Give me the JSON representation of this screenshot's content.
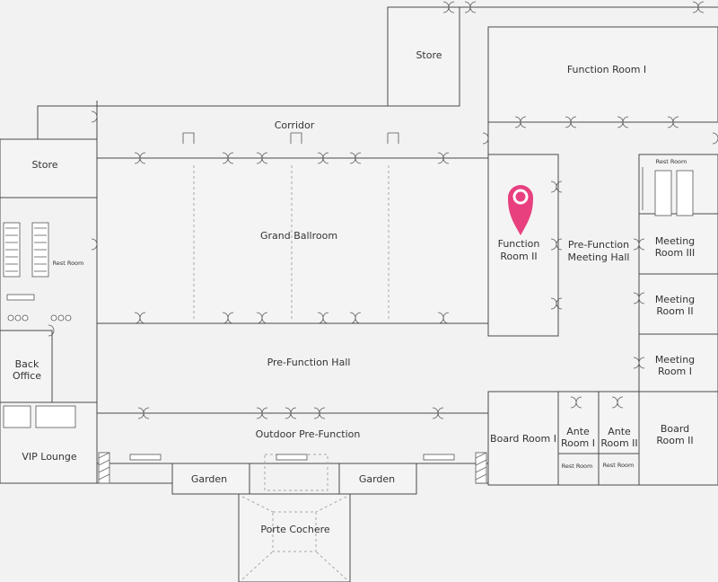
{
  "map": {
    "marker_color": "#e8407f",
    "rooms": {
      "store_top": "Store",
      "function_room_1": "Function Room I",
      "corridor": "Corridor",
      "store_left": "Store",
      "grand_ballroom": "Grand Ballroom",
      "function_room_2_line1": "Function",
      "function_room_2_line2": "Room II",
      "pre_function_meeting_hall_line1": "Pre-Function",
      "pre_function_meeting_hall_line2": "Meeting Hall",
      "meeting_room_3_line1": "Meeting",
      "meeting_room_3_line2": "Room III",
      "meeting_room_2_line1": "Meeting",
      "meeting_room_2_line2": "Room II",
      "meeting_room_1_line1": "Meeting",
      "meeting_room_1_line2": "Room I",
      "rest_room_left": "Rest Room",
      "rest_room_right": "Rest Room",
      "rest_room_ante_1": "Rest Room",
      "rest_room_ante_2": "Rest Room",
      "back_office_line1": "Back",
      "back_office_line2": "Office",
      "pre_function_hall": "Pre-Function Hall",
      "vip_lounge": "VIP Lounge",
      "outdoor_pre_function": "Outdoor Pre-Function",
      "board_room_1": "Board Room I",
      "ante_room_1_line1": "Ante",
      "ante_room_1_line2": "Room I",
      "ante_room_2_line1": "Ante",
      "ante_room_2_line2": "Room II",
      "board_room_2_line1": "Board",
      "board_room_2_line2": "Room II",
      "garden_left": "Garden",
      "garden_right": "Garden",
      "porte_cochere": "Porte Cochere"
    }
  }
}
